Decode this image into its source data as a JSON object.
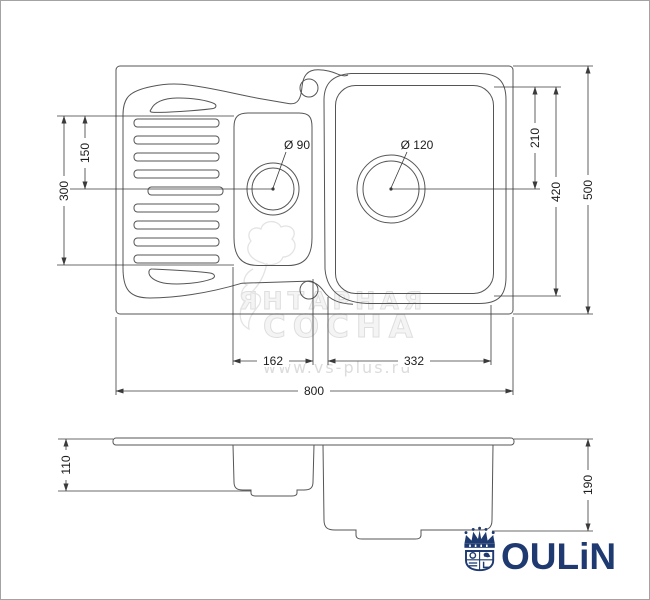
{
  "page": {
    "background": "#ffffff",
    "line_color": "#555555",
    "dim_line_color": "#3a3a3a",
    "text_color": "#1c1c1c"
  },
  "top_view": {
    "dims": {
      "left_inner": "150",
      "left_outer": "300",
      "right_upper": "210",
      "right_mid": "420",
      "right_outer": "500",
      "bottom_small_bowl": "162",
      "bottom_large_bowl": "332",
      "bottom_total": "800"
    },
    "drains": {
      "small": "Ø 90",
      "large": "Ø 120"
    }
  },
  "side_view": {
    "dims": {
      "small_bowl_depth": "110",
      "large_bowl_depth": "190"
    }
  },
  "watermark": {
    "line1": "ЯНТАРНАЯ",
    "line2": "СОСНА",
    "url": "www.vs-plus.ru",
    "color": "#dedede"
  },
  "brand": {
    "wordmark": "OULiN",
    "color": "#1e3a70"
  }
}
